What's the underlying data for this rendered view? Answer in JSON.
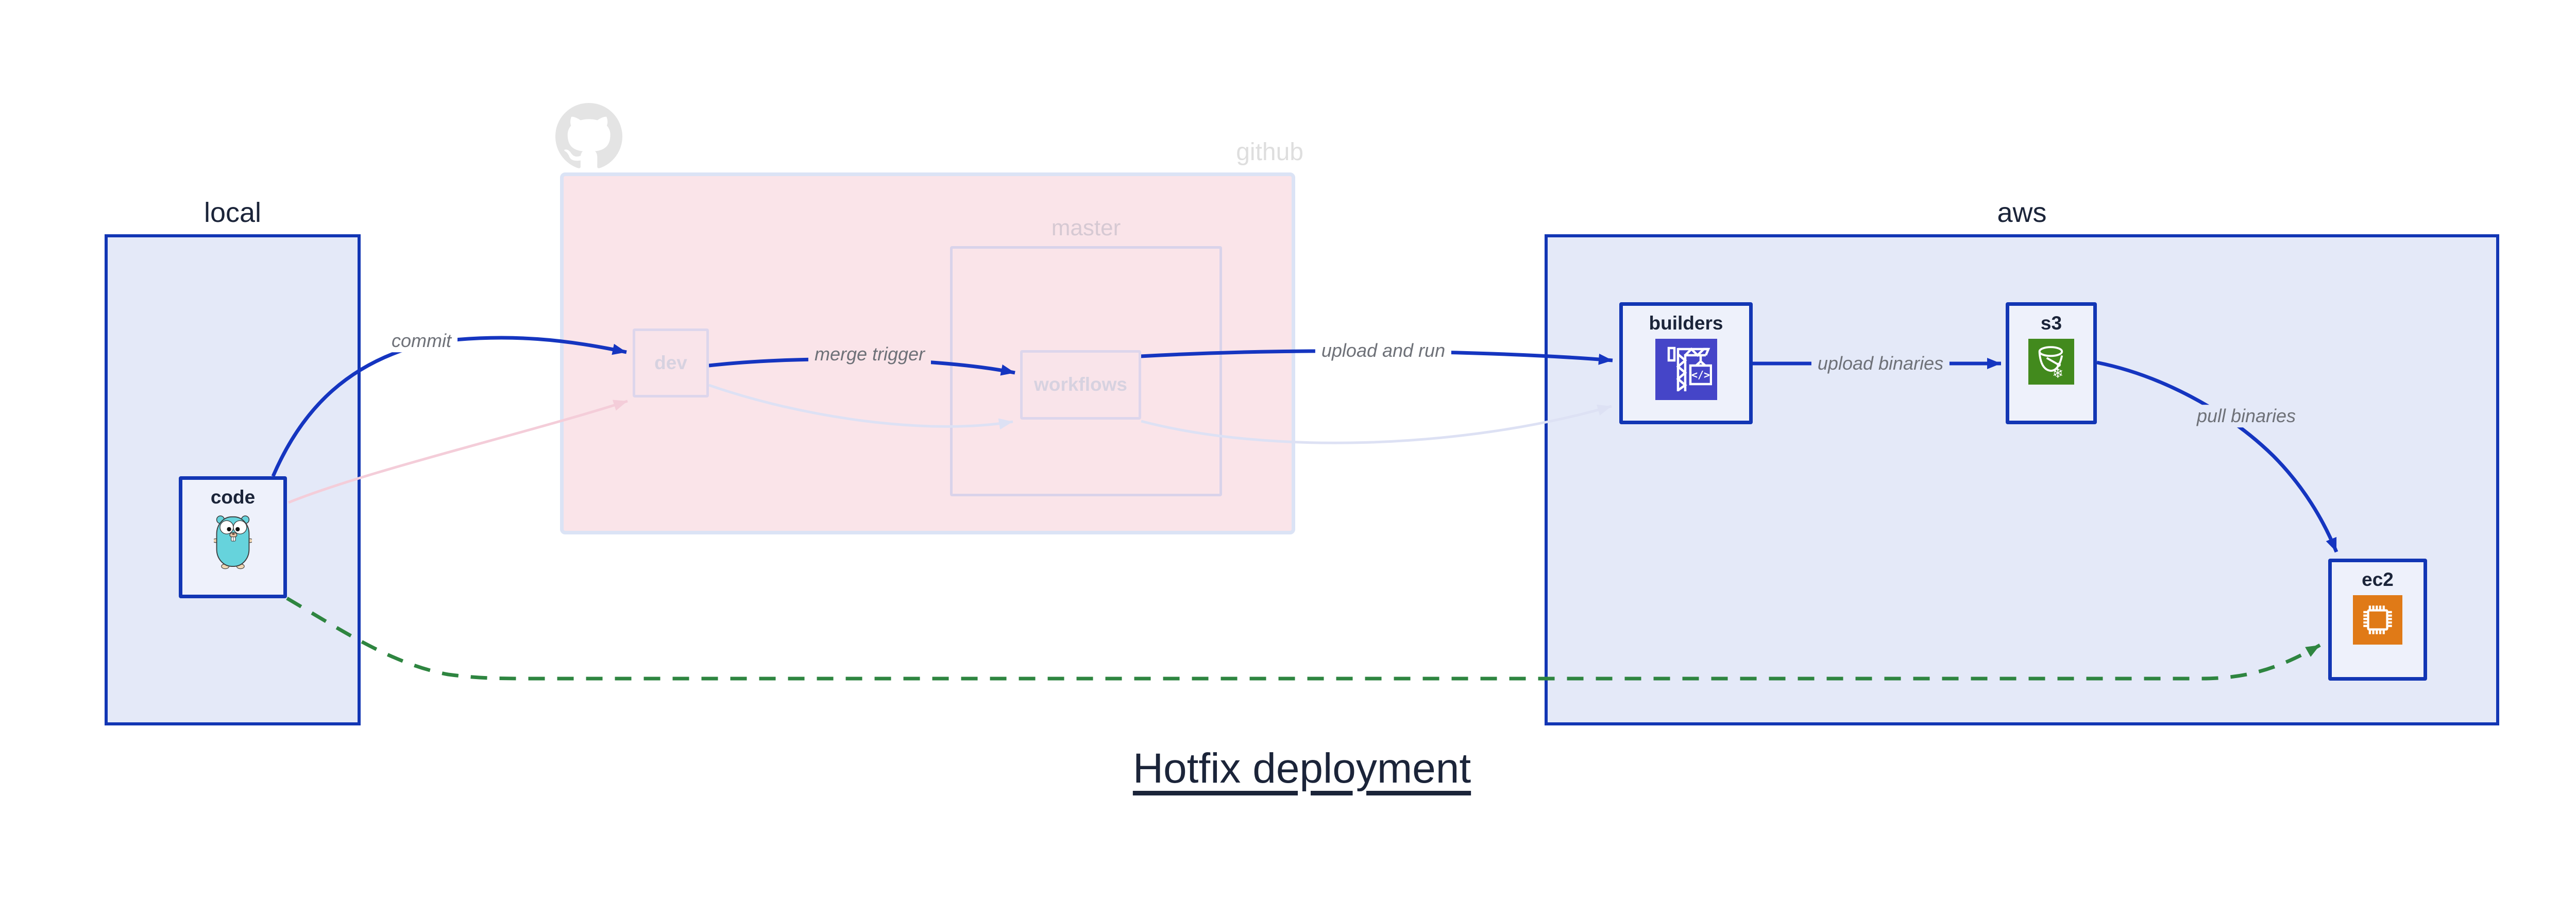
{
  "diagram": {
    "title": "Hotfix deployment"
  },
  "groups": {
    "local": {
      "label": "local"
    },
    "github": {
      "label": "github",
      "icon": "github-octocat-logo"
    },
    "master": {
      "label": "master"
    },
    "aws": {
      "label": "aws"
    }
  },
  "nodes": {
    "code": {
      "label": "code",
      "icon": "go-gopher-icon",
      "state": "active"
    },
    "dev": {
      "label": "dev",
      "state": "faded"
    },
    "workflows": {
      "label": "workflows",
      "state": "faded"
    },
    "builders": {
      "label": "builders",
      "icon": "codebuild-crane-icon",
      "state": "active"
    },
    "s3": {
      "label": "s3",
      "icon": "s3-bucket-icon",
      "state": "active"
    },
    "ec2": {
      "label": "ec2",
      "icon": "ec2-chip-icon",
      "state": "active"
    }
  },
  "edges": {
    "commit": {
      "from": "code",
      "to": "dev",
      "label": "commit",
      "style": "solid-blue"
    },
    "merge_trigger": {
      "from": "dev",
      "to": "workflows",
      "label": "merge trigger",
      "style": "solid-blue"
    },
    "upload_and_run": {
      "from": "workflows",
      "to": "builders",
      "label": "upload and run",
      "style": "solid-blue"
    },
    "upload_binaries": {
      "from": "builders",
      "to": "s3",
      "label": "upload binaries",
      "style": "solid-blue"
    },
    "pull_binaries": {
      "from": "s3",
      "to": "ec2",
      "label": "pull binaries",
      "style": "solid-blue"
    },
    "hotfix_path": {
      "from": "code",
      "to": "ec2",
      "label": "",
      "style": "dashed-green"
    },
    "code_to_dev_faded": {
      "from": "code",
      "to": "dev",
      "label": "",
      "style": "faded-pink"
    },
    "dev_to_workflows_faded": {
      "from": "dev",
      "to": "workflows",
      "label": "",
      "style": "faded-lavender"
    },
    "workflows_to_builders_faded": {
      "from": "workflows",
      "to": "builders",
      "label": "",
      "style": "faded-lavender"
    }
  },
  "colors": {
    "edge_blue": "#1535c0",
    "box_border_blue": "#1236b4",
    "box_fill_blue": "#e4e9f8",
    "node_fill": "#eef1fb",
    "github_fill": "#fae4e9",
    "github_border": "#dbe3f5",
    "master_border": "#d9d3ea",
    "faded_node_fill": "#f9e4ea",
    "faded_border": "#ddd6ec",
    "faded_pink_edge": "#f4cdd9",
    "faded_lavender_edge": "#dde1f4",
    "hotfix_green": "#2e8540",
    "label_gray": "#6e7178",
    "text_navy": "#1b2439",
    "faded_text": "#d7d2e0",
    "github_text": "#dedede",
    "master_text": "#d6c9d3",
    "codebuild_indigo": "#4545c8",
    "s3_green": "#428a1d",
    "ec2_orange": "#e07a17",
    "gopher_teal": "#66d3dc"
  }
}
